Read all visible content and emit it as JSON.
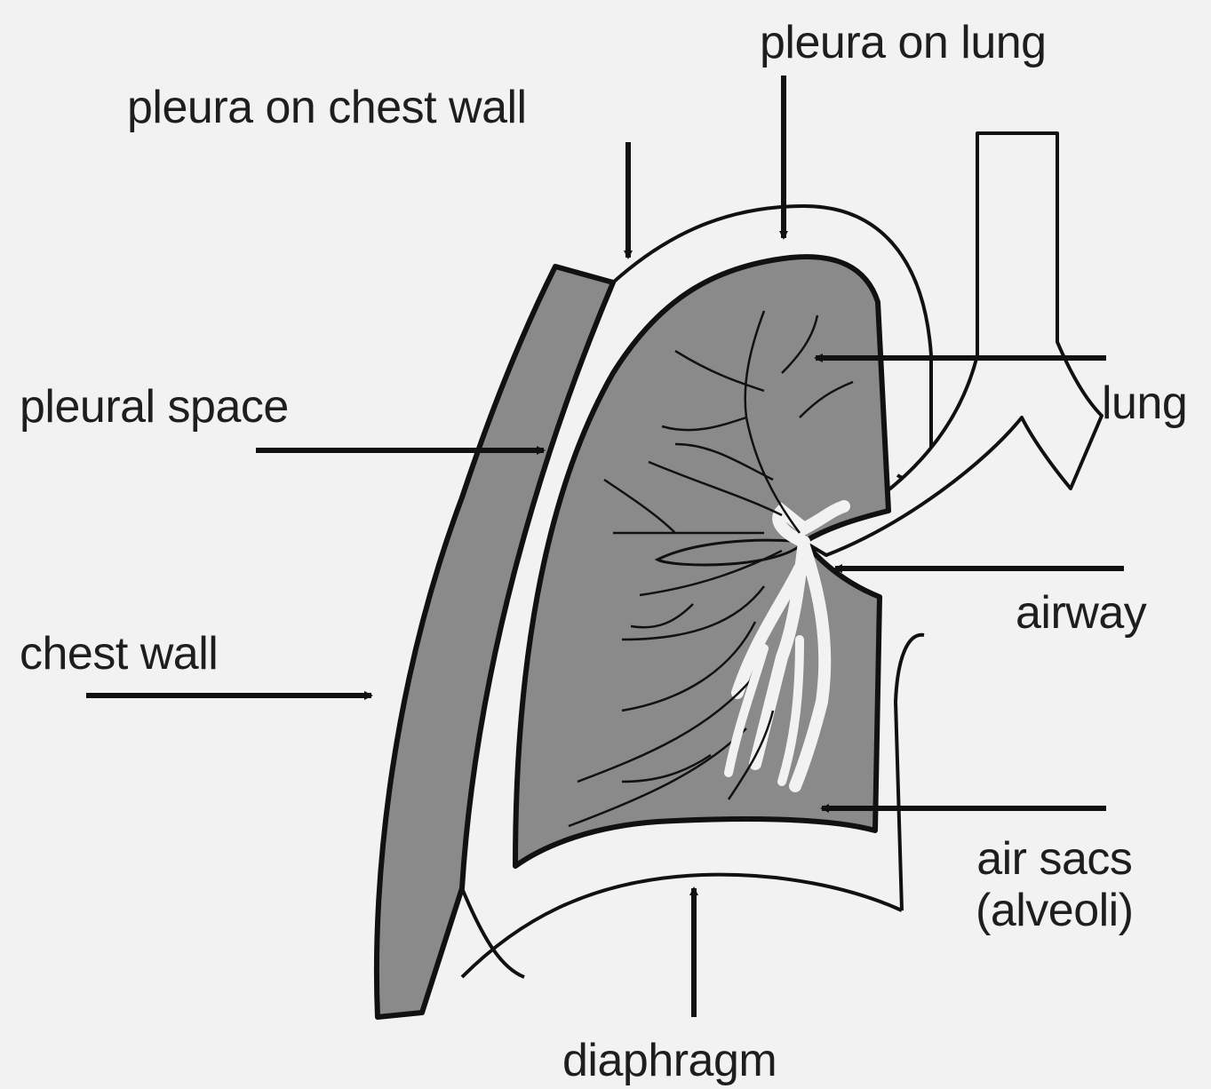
{
  "colors": {
    "background": "#f2f2f2",
    "tissue_fill": "#8a8a8a",
    "outline": "#111111",
    "cavity": "#f2f2f2"
  },
  "labels": {
    "pleura_on_lung": "pleura on lung",
    "pleura_on_chest_wall": "pleura on chest wall",
    "pleural_space": "pleural space",
    "chest_wall": "chest wall",
    "lung": "lung",
    "airway": "airway",
    "air_sacs": "air sacs",
    "alveoli": "(alveoli)",
    "diaphragm": "diaphragm"
  }
}
